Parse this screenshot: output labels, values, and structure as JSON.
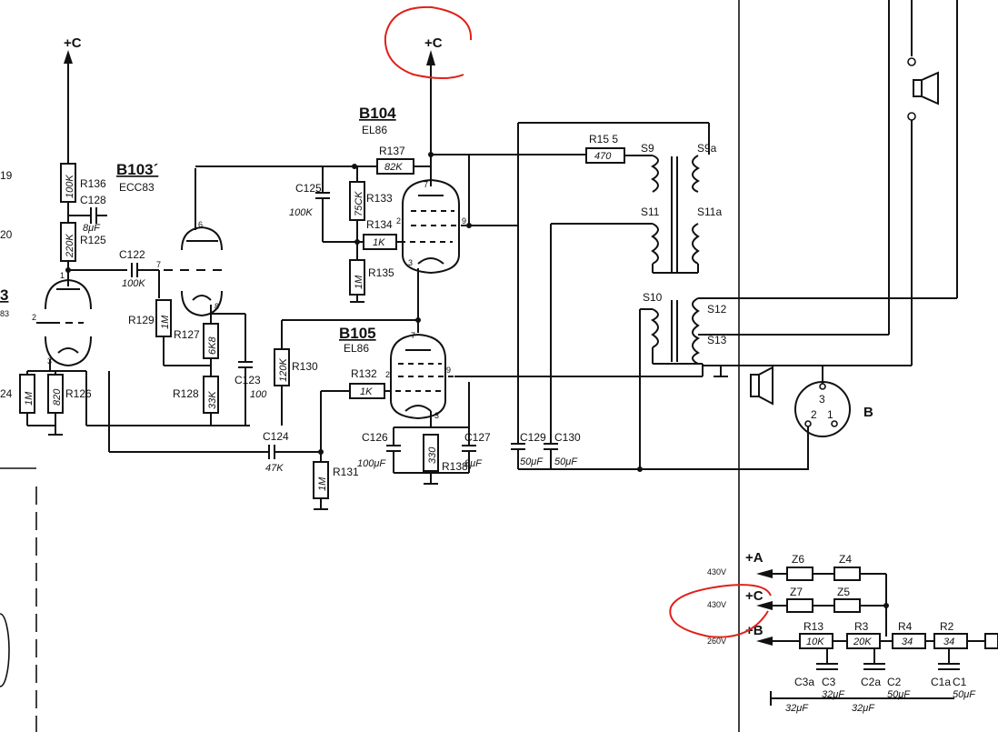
{
  "supply": {
    "plus_c_left": "+C",
    "plus_c_top": "+C",
    "plus_a": "+A",
    "plus_c": "+C",
    "plus_b": "+B",
    "v_a": "430V",
    "v_c": "430V",
    "v_b": "260V"
  },
  "tubes": {
    "b103_name": "B103´",
    "b103_type": "ECC83",
    "b104_name": "B104",
    "b104_type": "EL86",
    "b105_name": "B105",
    "b105_type": "EL86",
    "left_partial": "3",
    "left_partial_type": "83"
  },
  "components": {
    "R136": "R136",
    "R136_v": "100K",
    "C128": "C128",
    "C128_v": "8μF",
    "R125": "R125",
    "R125_v": "220K",
    "C122": "C122",
    "C122_v": "100K",
    "R129": "R129",
    "R129_v": "1M",
    "R127": "R127",
    "R127_v": "6K8",
    "R128": "R128",
    "R128_v": "33K",
    "C123": "C123",
    "C123_v": "100",
    "R126": "R126",
    "R126_v": "820",
    "R124_v": "1M",
    "R124_part": "24",
    "R137": "R137",
    "R137_v": "82K",
    "C125": "C125",
    "C125_v": "100K",
    "R133": "R133",
    "R133_v": "75CK",
    "R134": "R134",
    "R134_v": "1K",
    "R135": "R135",
    "R135_v": "1M",
    "R155": "R15 5",
    "R155_v": "470",
    "R130": "R130",
    "R130_v": "120K",
    "R132": "R132",
    "R132_v": "1K",
    "C124": "C124",
    "C124_v": "47K",
    "R131": "R131",
    "R131_v": "1M",
    "C126": "C126",
    "C126_v": "100μF",
    "R138": "R138",
    "R138_v": "330",
    "C127": "C127",
    "C127_v": "8μF",
    "C129": "C129",
    "C129_v": "50μF",
    "C130": "C130",
    "C130_v": "50μF"
  },
  "transformer": {
    "S9": "S9",
    "S9a": "S9a",
    "S11": "S11",
    "S11a": "S11a",
    "S10": "S10",
    "S12": "S12",
    "S13": "S13"
  },
  "connector": {
    "label": "B",
    "pin3": "3",
    "pin2": "2",
    "pin1": "1"
  },
  "psu": {
    "Z6": "Z6",
    "Z4": "Z4",
    "Z7": "Z7",
    "Z5": "Z5",
    "R13": "R13",
    "R13_v": "10K",
    "R3": "R3",
    "R3_v": "20K",
    "R4": "R4",
    "R4_v": "34",
    "R2": "R2",
    "R2_v": "34",
    "C3a": "C3a",
    "C3": "C3",
    "C3_v": "32μF",
    "C2a": "C2a",
    "C2": "C2",
    "C2_v": "50μF",
    "C1a": "C1a",
    "C1": "C1",
    "C1_v": "50μF",
    "c_bot1": "32μF",
    "c_bot2": "32μF"
  },
  "pins": {
    "p1": "1",
    "p2": "2",
    "p3": "3",
    "p6": "6",
    "p7": "7",
    "p8": "8",
    "b104_p7": "7",
    "b104_p2": "2",
    "b104_p3": "3",
    "b104_p9": "9",
    "b105_p7": "7",
    "b105_p2": "2",
    "b105_p3": "3",
    "b105_p9": "9"
  },
  "edge_left": {
    "n19": "19",
    "n20": "20"
  },
  "colors": {
    "annotation": "#e0201a",
    "ink": "#111111"
  }
}
